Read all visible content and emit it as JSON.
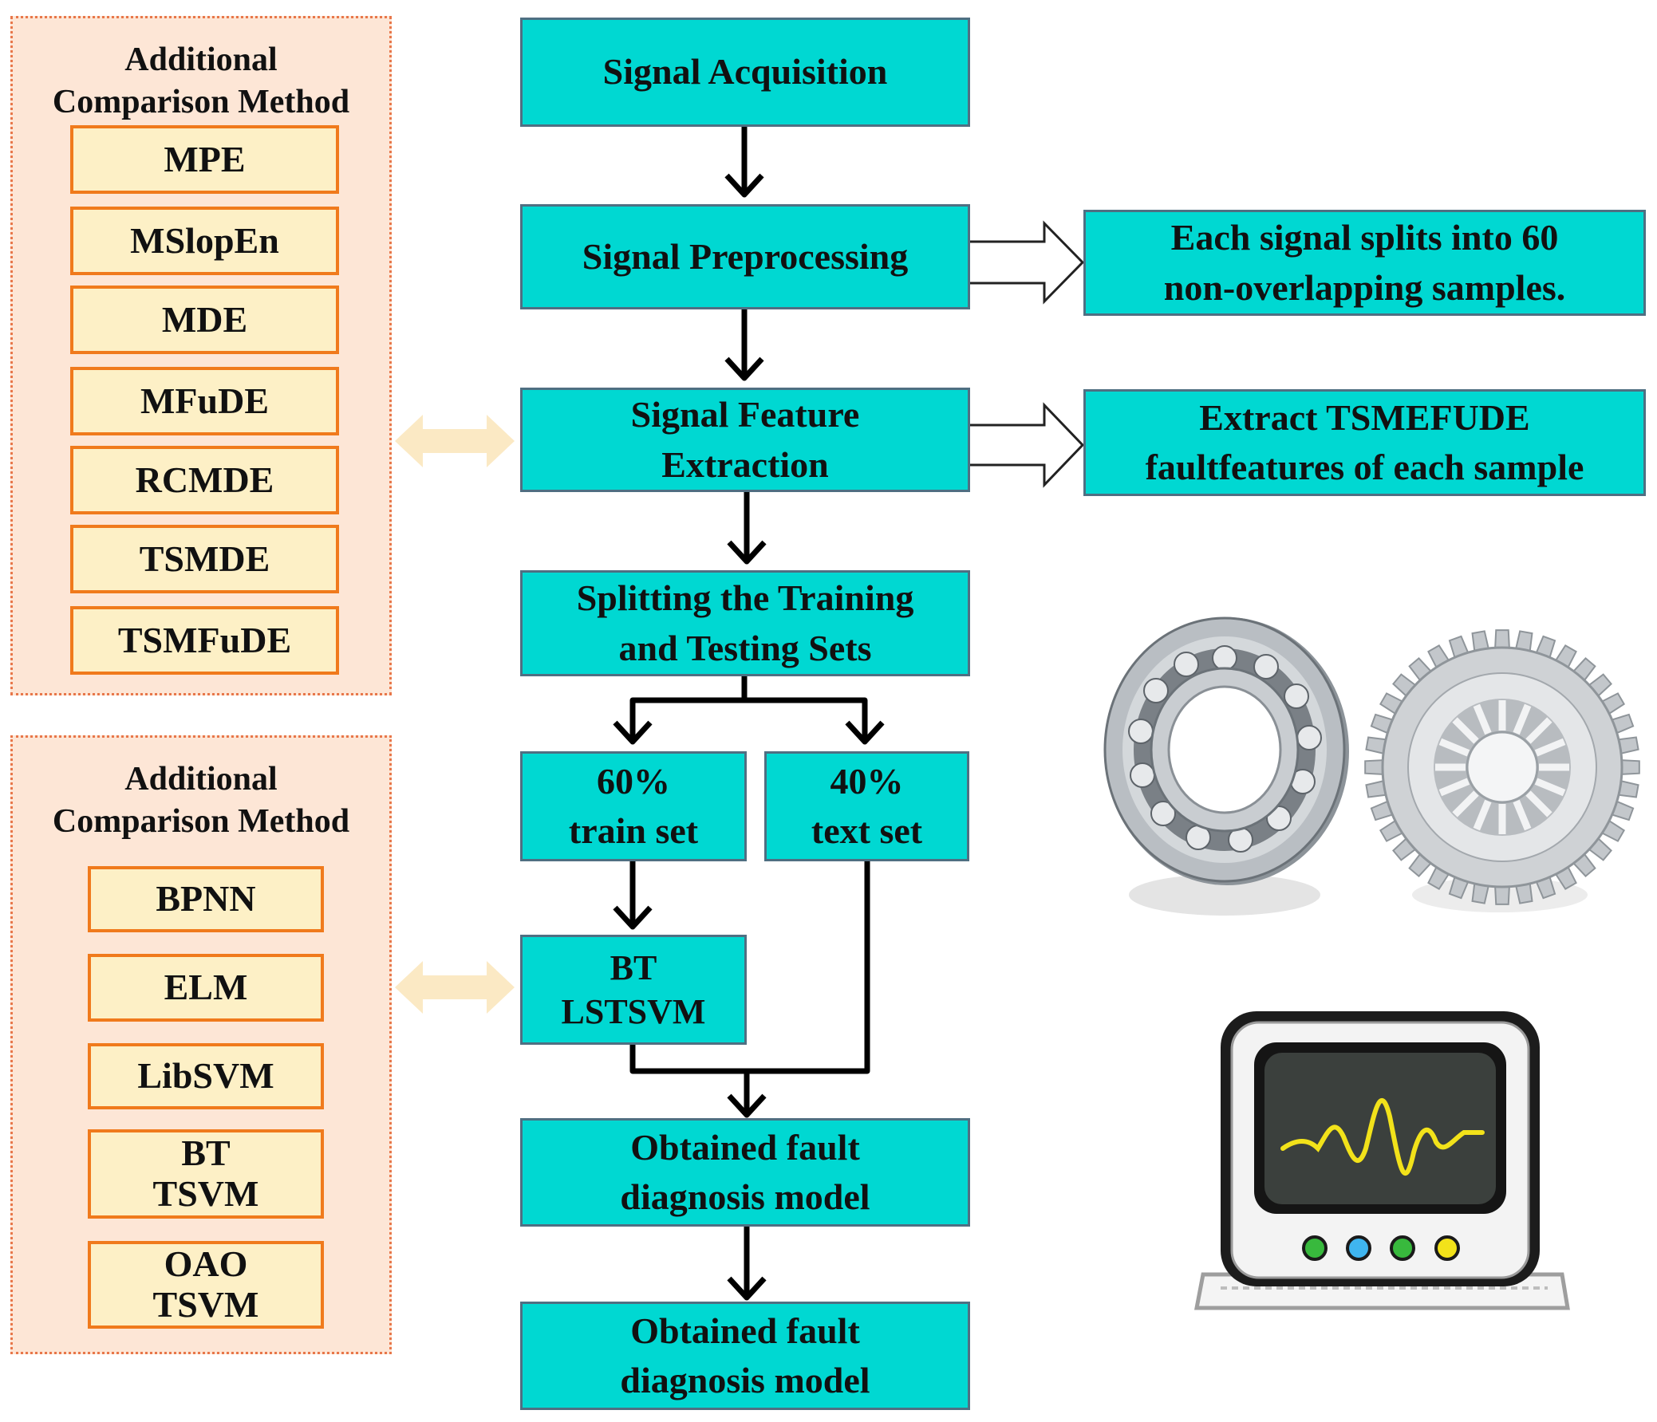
{
  "left_panel_top": {
    "title": "Additional\nComparison Method",
    "methods": [
      "MPE",
      "MSlopEn",
      "MDE",
      "MFuDE",
      "RCMDE",
      "TSMDE",
      "TSMFuDE"
    ]
  },
  "left_panel_bottom": {
    "title": "Additional\nComparison Method",
    "methods": [
      "BPNN",
      "ELM",
      "LibSVM",
      "BT\nTSVM",
      "OAO\nTSVM"
    ]
  },
  "flow": {
    "signal_acquisition": "Signal Acquisition",
    "signal_preprocessing": "Signal Preprocessing",
    "feature_extraction": "Signal Feature\nExtraction",
    "splitting": "Splitting the Training\nand Testing Sets",
    "train_set": "60%\ntrain set",
    "test_set": "40%\ntext set",
    "classifier": "BT\nLSTSVM",
    "model": "Obtained fault\ndiagnosis model",
    "result": "Obtained fault\ndiagnosis model"
  },
  "notes": {
    "preprocessing": "Each signal splits into 60\nnon-overlapping samples.",
    "extraction": "Extract TSMEFUDE\nfaultfeatures of each sample"
  },
  "colors": {
    "step_fill": "#00d8d2",
    "method_fill": "#fdf0c6",
    "method_border": "#f07a1c",
    "panel_fill": "#fde6d6",
    "link_arrow": "#fbe9c4"
  },
  "icons": [
    "bearing-icon",
    "gear-icon",
    "oscilloscope-monitor-icon"
  ]
}
